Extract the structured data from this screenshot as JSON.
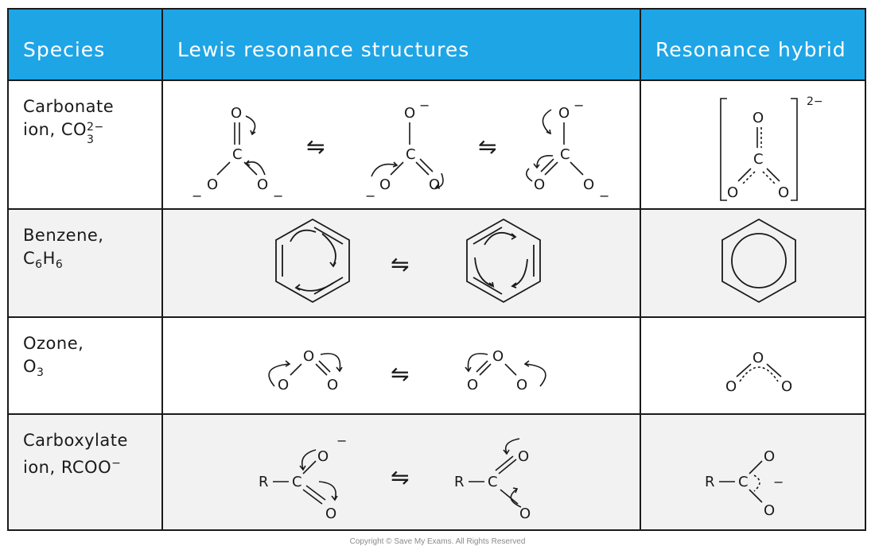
{
  "headers": {
    "species": "Species",
    "lewis": "Lewis resonance  structures",
    "hybrid": "Resonance hybrid"
  },
  "rows": [
    {
      "line1": "Carbonate",
      "line2_prefix": "ion, CO",
      "line2_sub": "3",
      "line2_sup": "2−"
    },
    {
      "line1": "Benzene,",
      "line2_prefix": "C",
      "line2_sub": "6",
      "line2_mid": "H",
      "line2_sub2": "6"
    },
    {
      "line1": "Ozone,",
      "line2_prefix": "O",
      "line2_sub": "3"
    },
    {
      "line1": "Carboxylate",
      "line2_prefix": "ion, RCOO",
      "line2_sup": "−"
    }
  ],
  "atoms": {
    "O": "O",
    "C": "C",
    "R": "R",
    "minus": "−",
    "charge2": "2−",
    "equil": "⇋"
  },
  "colors": {
    "header_bg": "#1ea5e6",
    "border": "#1a1a1a",
    "alt_row": "#f2f2f2"
  },
  "copyright": "Copyright © Save My Exams. All Rights Reserved"
}
